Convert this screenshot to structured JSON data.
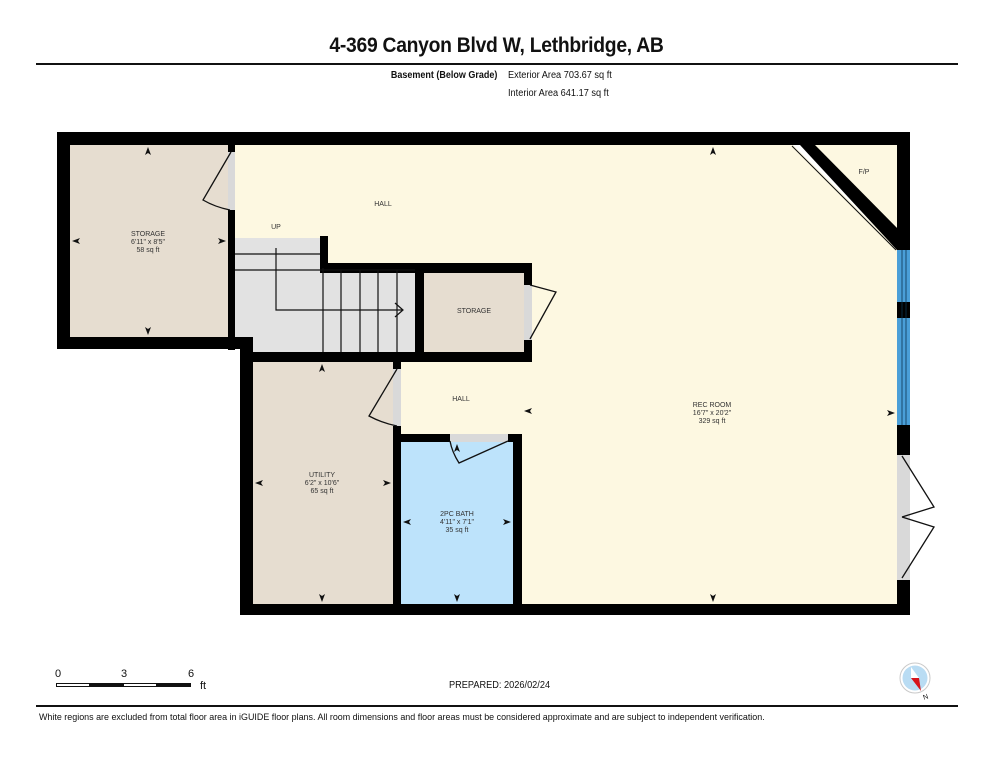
{
  "header": {
    "title": "4-369 Canyon Blvd W, Lethbridge, AB",
    "level": "Basement (Below Grade)",
    "exterior_area": "Exterior Area 703.67 sq ft",
    "interior_area": "Interior Area 641.17 sq ft"
  },
  "rooms": {
    "storage_left": {
      "name": "STORAGE",
      "dims": "6'11\" x 8'5\"",
      "area": "58 sq ft"
    },
    "hall_upper": {
      "name": "HALL"
    },
    "stairs": {
      "label": "UP"
    },
    "storage_small": {
      "name": "STORAGE"
    },
    "hall_lower": {
      "name": "HALL"
    },
    "rec_room": {
      "name": "REC ROOM",
      "dims": "16'7\" x 20'2\"",
      "area": "329 sq ft"
    },
    "fireplace": {
      "name": "F/P"
    },
    "utility": {
      "name": "UTILITY",
      "dims": "6'2\" x 10'6\"",
      "area": "65 sq ft"
    },
    "bath": {
      "name": "2PC BATH",
      "dims": "4'11\" x 7'1\"",
      "area": "35 sq ft"
    }
  },
  "colors": {
    "wall": "#000000",
    "hall": "#fdf8e1",
    "storage": "#e6ddd0",
    "stairs": "#e2e2e2",
    "bath": "#bde3fb",
    "window": "#4a9fd8",
    "door_opening": "#d9d9d9"
  },
  "scale": {
    "ticks": [
      "0",
      "3",
      "6"
    ],
    "unit": "ft"
  },
  "footer": {
    "prepared": "PREPARED: 2026/02/24",
    "disclaimer": "White regions are excluded from total floor area in iGUIDE floor plans. All room dimensions and floor areas must be considered approximate and are subject to independent verification.",
    "compass_label": "N"
  }
}
